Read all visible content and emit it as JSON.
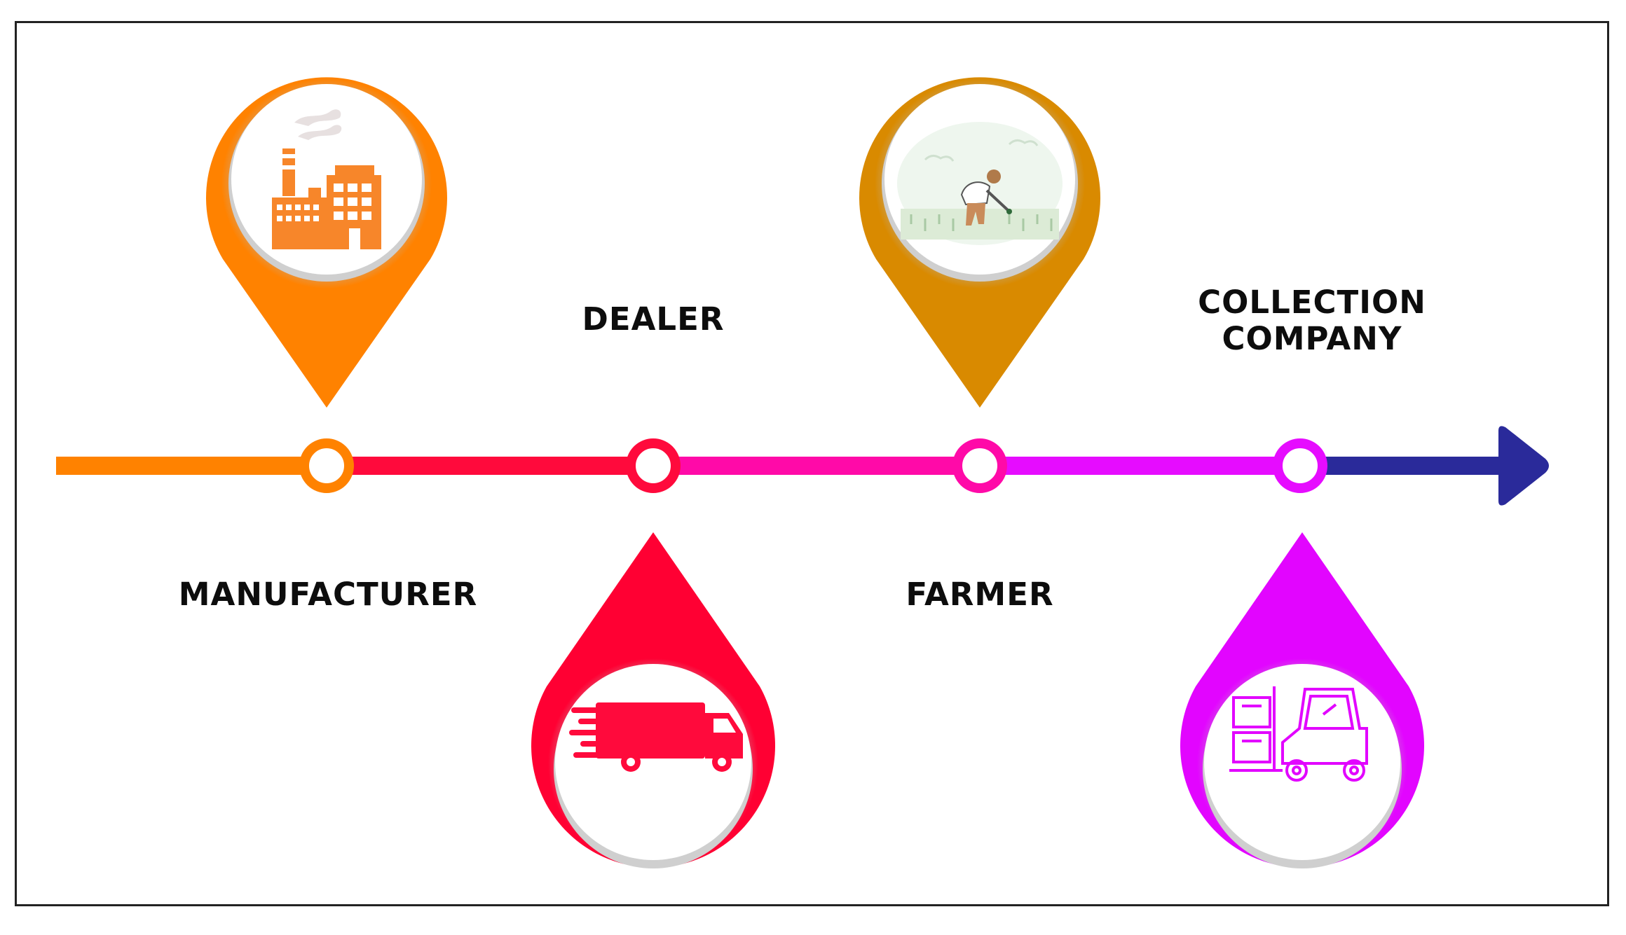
{
  "stages": [
    {
      "label": "MANUFACTURER",
      "icon": "factory-icon",
      "color": "#FF8200"
    },
    {
      "label": "DEALER",
      "icon": "delivery-truck-icon",
      "color": "#FF0033"
    },
    {
      "label": "FARMER",
      "icon": "farmer-planting-icon",
      "color": "#D98A00"
    },
    {
      "label": "COLLECTION\nCOMPANY",
      "icon": "forklift-icon",
      "color": "#E205FF"
    }
  ],
  "colors": {
    "line_orange": "#FF8200",
    "line_red": "#FF0A3C",
    "line_pink": "#FF0AA8",
    "line_magenta": "#E60CFF",
    "arrow_navy": "#2A2A9A"
  }
}
